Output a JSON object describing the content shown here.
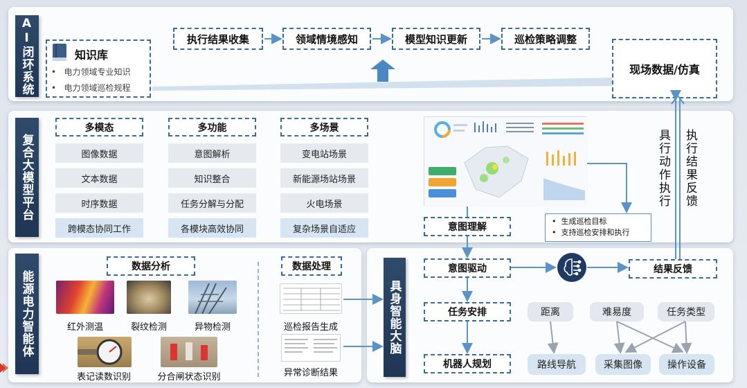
{
  "sections": {
    "ai_loop": "AI闭环系统",
    "platform": "复合大模型平台",
    "agent": "能源电力智能体",
    "brain": "具身智能大脑"
  },
  "knowledge": {
    "title": "知识库",
    "items": [
      "电力领域专业知识",
      "电力领域巡检规程"
    ]
  },
  "loop_steps": [
    "执行结果收集",
    "领域情境感知",
    "模型知识更新",
    "巡检策略调整"
  ],
  "field_data": "现场数据/仿真",
  "platform_columns": [
    {
      "title": "多模态",
      "items": [
        "图像数据",
        "文本数据",
        "时序数据",
        "跨模态协同工作"
      ]
    },
    {
      "title": "多功能",
      "items": [
        "意图解析",
        "知识整合",
        "任务分解与分配",
        "各模块高效协同"
      ]
    },
    {
      "title": "多场景",
      "items": [
        "变电站场景",
        "新能源场站场景",
        "火电场景",
        "复杂场景自适应"
      ]
    }
  ],
  "goal_box": [
    "生成巡检目标",
    "支持巡检安排和执行"
  ],
  "side_labels": {
    "execute": "具行动作执行",
    "feedback": "执行结果反馈"
  },
  "analysis": {
    "title": "数据分析",
    "items": [
      "红外测温",
      "裂纹检测",
      "异物检测",
      "表记读数识别",
      "分合闸状态识别"
    ]
  },
  "processing": {
    "title": "数据处理",
    "items": [
      "巡检报告生成",
      "异常诊断结果"
    ]
  },
  "brain_steps": {
    "intent_understand": "意图理解",
    "intent_drive": "意图驱动",
    "task_plan": "任务安排",
    "robot_plan": "机器人规划",
    "result_feedback": "结果反馈"
  },
  "factors": [
    "距离",
    "难易度",
    "任务类型"
  ],
  "actions": [
    "路线导航",
    "采集图像",
    "操作设备"
  ],
  "colors": {
    "accent": "#3a6a98",
    "label_bg": "#2a4464",
    "arrow": "#5b93c7"
  }
}
